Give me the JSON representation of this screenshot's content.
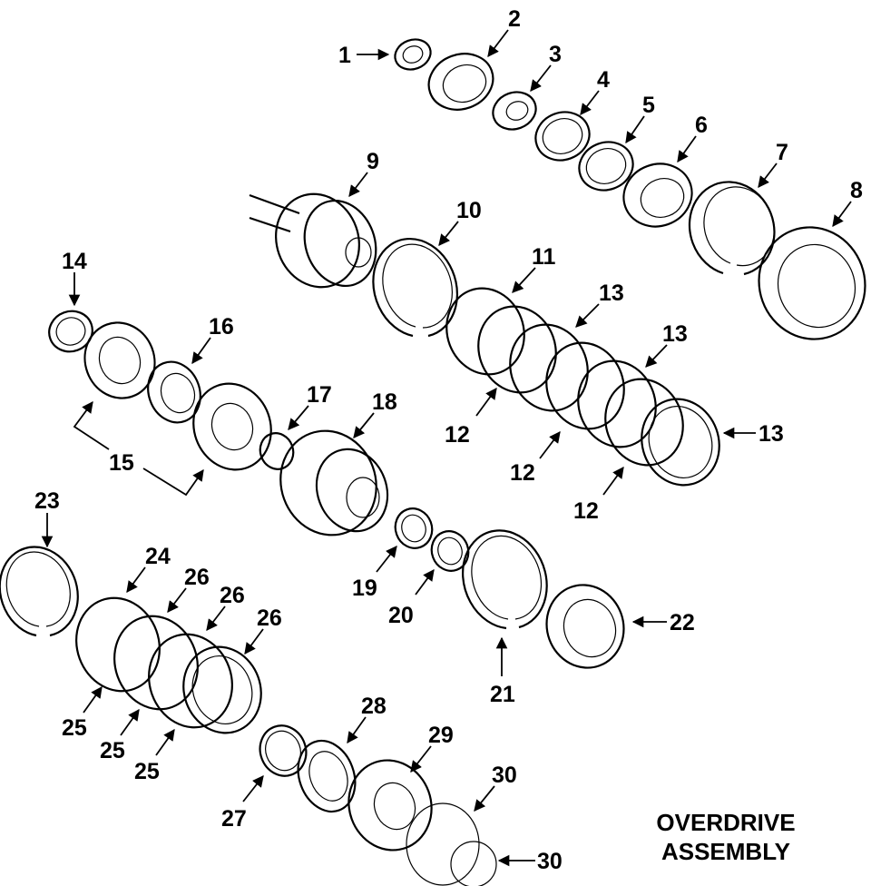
{
  "title": {
    "line1": "OVERDRIVE",
    "line2": "ASSEMBLY"
  },
  "callouts": [
    "1",
    "2",
    "3",
    "4",
    "5",
    "6",
    "7",
    "8",
    "9",
    "10",
    "11",
    "12",
    "12",
    "12",
    "13",
    "13",
    "13",
    "14",
    "15",
    "16",
    "17",
    "18",
    "19",
    "20",
    "21",
    "22",
    "23",
    "24",
    "25",
    "25",
    "25",
    "26",
    "26",
    "26",
    "27",
    "28",
    "29",
    "30",
    "30"
  ],
  "colors": {
    "ink": "#000000",
    "background": "#ffffff"
  }
}
